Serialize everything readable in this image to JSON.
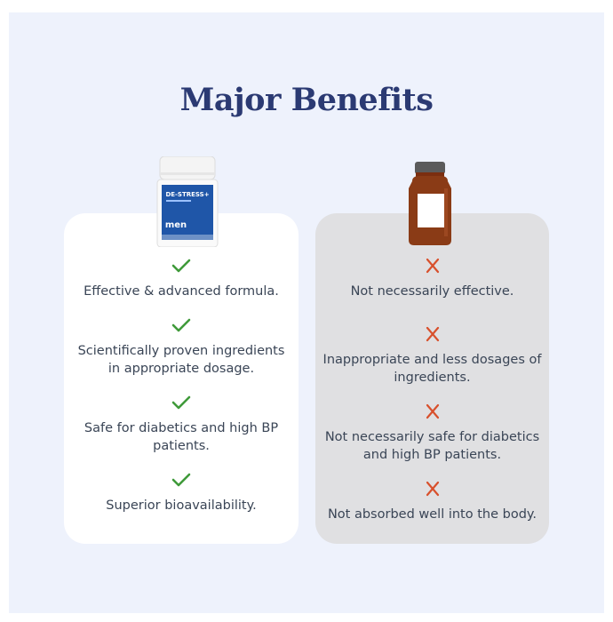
{
  "heading": "Major Benefits",
  "product": {
    "label_line1": "DE-STRESS+",
    "label_line2": "men"
  },
  "left_column": {
    "mark": "check-icon",
    "mark_color": "#3f9a3a",
    "items": [
      "Effective & advanced formula.",
      "Scientifically proven ingredients in appropriate dosage.",
      "Safe for diabetics and high BP patients.",
      "Superior bioavailability."
    ]
  },
  "right_column": {
    "mark": "cross-icon",
    "mark_color": "#d8502c",
    "items": [
      "Not necessarily effective.",
      "Inappropriate and less dosages of ingredients.",
      "Not necessarily safe for diabetics and high BP patients.",
      "Not absorbed well into the body."
    ]
  },
  "colors": {
    "background_panel": "#eef2fc",
    "title": "#2b3a73",
    "left_card": "#ffffff",
    "right_card": "#e0e0e2",
    "brand_blue": "#1f56a8",
    "amber_bottle": "#8a3b16"
  }
}
